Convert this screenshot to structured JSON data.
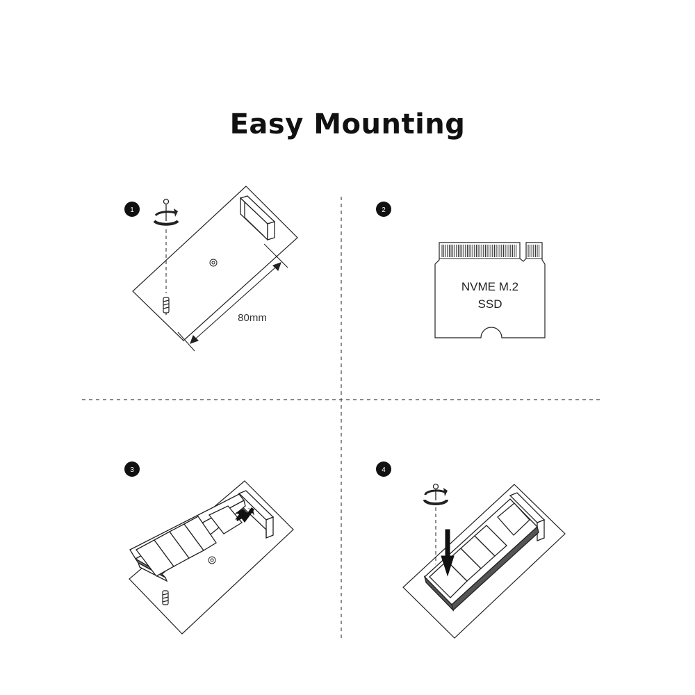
{
  "title": "Easy Mounting",
  "steps": [
    {
      "number": "1",
      "dimension_label": "80mm"
    },
    {
      "number": "2",
      "ssd_label_line1": "NVME M.2",
      "ssd_label_line2": "SSD"
    },
    {
      "number": "3"
    },
    {
      "number": "4"
    }
  ]
}
